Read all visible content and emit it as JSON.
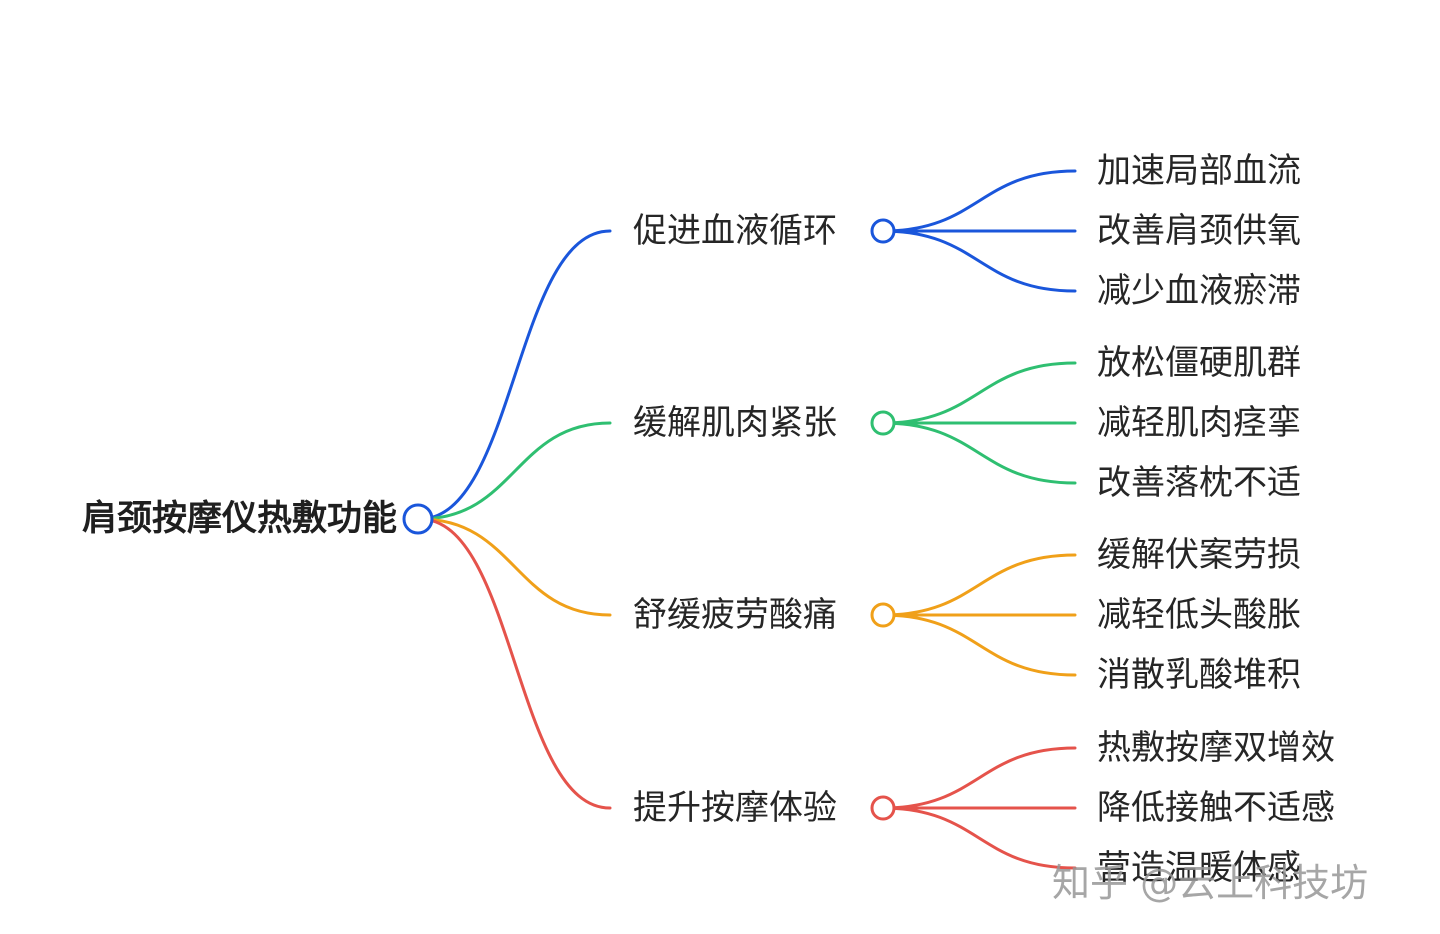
{
  "root": {
    "label": "肩颈按摩仪热敷功能",
    "color": "#1a56db"
  },
  "branches": [
    {
      "label": "促进血液循环",
      "color": "#1a56db",
      "children": [
        "加速局部血流",
        "改善肩颈供氧",
        "减少血液瘀滞"
      ]
    },
    {
      "label": "缓解肌肉紧张",
      "color": "#2fbf71",
      "children": [
        "放松僵硬肌群",
        "减轻肌肉痉挛",
        "改善落枕不适"
      ]
    },
    {
      "label": "舒缓疲劳酸痛",
      "color": "#f0a019",
      "children": [
        "缓解伏案劳损",
        "减轻低头酸胀",
        "消散乳酸堆积"
      ]
    },
    {
      "label": "提升按摩体验",
      "color": "#e5534b",
      "children": [
        "热敷按摩双增效",
        "降低接触不适感",
        "营造温暖体感"
      ]
    }
  ],
  "watermark": "知乎 @云上科技坊"
}
